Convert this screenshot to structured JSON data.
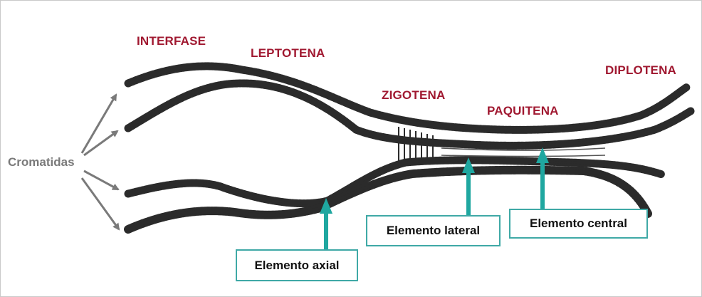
{
  "stages": {
    "interfase": "INTERFASE",
    "leptotena": "LEPTOTENA",
    "zigotena": "ZIGOTENA",
    "paquitena": "PAQUITENA",
    "diplotena": "DIPLOTENA"
  },
  "side_label": "Cromatidas",
  "callouts": {
    "axial": "Elemento axial",
    "lateral": "Elemento lateral",
    "central": "Elemento central"
  },
  "colors": {
    "stage_text": "#a01830",
    "side_text": "#7a7a7a",
    "callout_border": "#3fa9a6",
    "callout_arrow": "#1fa7a0",
    "chromatid": "#2b2b2b"
  }
}
